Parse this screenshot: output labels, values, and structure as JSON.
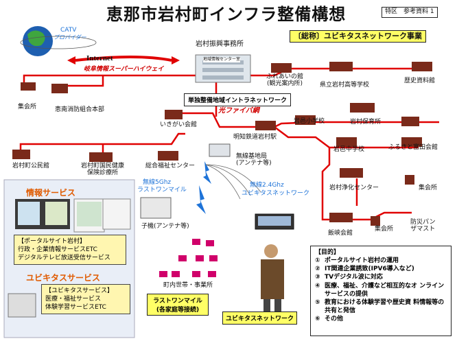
{
  "title": "恵那市岩村町インフラ整備構想",
  "ref_label": "特区　参考資料 1",
  "subtitle": "〔総称〕ユビキタスネットワーク事業",
  "catv": {
    "line1": "CATV",
    "line2": "プロバイダー"
  },
  "internet": "Internet",
  "gifu_highway": "岐阜情報スーパーハイウェイ",
  "office": {
    "name": "岩村振興事務所",
    "center": "地域情報センター室"
  },
  "intranet_label": "単独整備地域イントラネットワーク",
  "fiber_label": "光ファイバ網",
  "nodes": {
    "shukaijo1": "集会所",
    "shobo": "恵南消防組合本部",
    "fureai": "ふれあいの館\n(観光案内所)",
    "kenritsu": "県立岩村高等学校",
    "rekishi": "歴史資料館",
    "ikigai": "いきがい会館",
    "akechi": "明知鉄道岩村駅",
    "iwamura_sho": "岩邑小学校",
    "iwamura_hoiku": "岩村保育所",
    "komin": "岩村町公民館",
    "kokuho": "岩村町国民健康\n保険診療所",
    "fukushi": "総合福祉センター",
    "musen_kichi": "無線基地局\n(アンテナ等)",
    "iwamura_chu": "岩邑中学校",
    "furusato": "ふるさと富田会館",
    "jouka": "岩村浄化センター",
    "shukaijo2": "集会所",
    "shukaijo3": "集会所",
    "kiyosho": "飯峡会館",
    "bohan": "防災パン\nザマスト",
    "koki": "子機(アンテナ等)",
    "chonai": "町内世帯・事業所"
  },
  "wireless5": {
    "line1": "無線5Ghz",
    "line2": "ラストワンマイル"
  },
  "wireless24": {
    "line1": "無線2.4Ghz",
    "line2": "ユビキタスネットワーク"
  },
  "joho": {
    "title": "情報サービス",
    "items": [
      "【ポータルサイト岩村】",
      "行政・企業情報サービスETC",
      "デジタルテレビ放送受信サービス"
    ]
  },
  "ubiq": {
    "title": "ユビキタスサービス",
    "items": [
      "【ユビキタスサービス】",
      "医療・福祉サービス",
      "体験学習サービスETC"
    ]
  },
  "lastone_box": {
    "line1": "ラストワンマイル",
    "line2": "(各家庭等接続)"
  },
  "ubiq_net_box": "ユビキタスネットワーク",
  "purpose": {
    "heading": "【目的】",
    "items": [
      {
        "n": "①",
        "t": "ポータルサイト岩村の運用"
      },
      {
        "n": "②",
        "t": "IT関連企業誘致(IPV6導入など)"
      },
      {
        "n": "③",
        "t": "TVデジタル波に対応"
      },
      {
        "n": "④",
        "t": "医療、福祉、介護など相互的なオ ンラインサービスの提供"
      },
      {
        "n": "⑤",
        "t": "教育における体験学習や歴史資 料情報等の共有と発信"
      },
      {
        "n": "⑥",
        "t": "その他"
      }
    ]
  },
  "colors": {
    "network_line": "#e00000",
    "highlight": "#ffff66",
    "panel": "#fff6b0",
    "building_roof": "#7a2a1a",
    "wireless": "#1e73d8"
  }
}
